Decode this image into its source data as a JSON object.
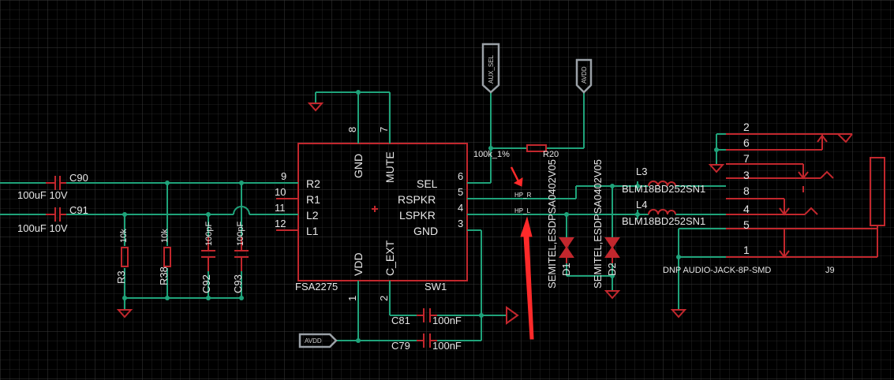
{
  "schematic": {
    "ic": {
      "ref": "FSA2275",
      "suffix": "SW1",
      "left_pins": [
        {
          "num": "9",
          "name": "R2"
        },
        {
          "num": "10",
          "name": "R1"
        },
        {
          "num": "11",
          "name": "L2"
        },
        {
          "num": "12",
          "name": "L1"
        }
      ],
      "top_pins": [
        {
          "num": "8",
          "name": "GND"
        },
        {
          "num": "7",
          "name": "MUTE"
        }
      ],
      "right_pins": [
        {
          "num": "6",
          "name": "SEL"
        },
        {
          "num": "5",
          "name": "RSPKR"
        },
        {
          "num": "4",
          "name": "LSPKR"
        },
        {
          "num": "3",
          "name": "GND"
        }
      ],
      "bottom_pins": [
        {
          "num": "1",
          "name": "VDD"
        },
        {
          "num": "2",
          "name": "C_EXT"
        }
      ]
    },
    "caps_in": [
      {
        "ref": "C90",
        "value": "100uF 10V"
      },
      {
        "ref": "C91",
        "value": "100uF 10V"
      }
    ],
    "resistors": [
      {
        "ref": "R3",
        "value": "10k"
      },
      {
        "ref": "R38",
        "value": "10k"
      }
    ],
    "caps_shunt": [
      {
        "ref": "C92",
        "value": "100pF"
      },
      {
        "ref": "C93",
        "value": "100pF"
      }
    ],
    "caps_bottom": [
      {
        "ref": "C81",
        "value": "100nF"
      },
      {
        "ref": "C79",
        "value": "100nF"
      }
    ],
    "r_pullup": {
      "ref": "R20",
      "value": "100k_1%"
    },
    "labels": {
      "aux_sel": "AUX_SEL",
      "avdd_top": "AVDD",
      "avdd_bottom": "AVDD"
    },
    "nets": {
      "hp_r": "HP_R",
      "hp_l": "HP_L"
    },
    "diodes": [
      {
        "ref": "D1",
        "part": "SEMITEL,ESDPSA0402V05"
      },
      {
        "ref": "D2",
        "part": "SEMITEL,ESDPSA0402V05"
      }
    ],
    "ferrites": [
      {
        "ref": "L3",
        "part": "BLM18BD252SN1"
      },
      {
        "ref": "L4",
        "part": "BLM18BD252SN1"
      }
    ],
    "jack": {
      "pins": [
        "2",
        "6",
        "7",
        "3",
        "8",
        "4",
        "5",
        "1"
      ],
      "name": "DNP AUDIO-JACK-8P-SMD",
      "ref": "J9"
    }
  }
}
